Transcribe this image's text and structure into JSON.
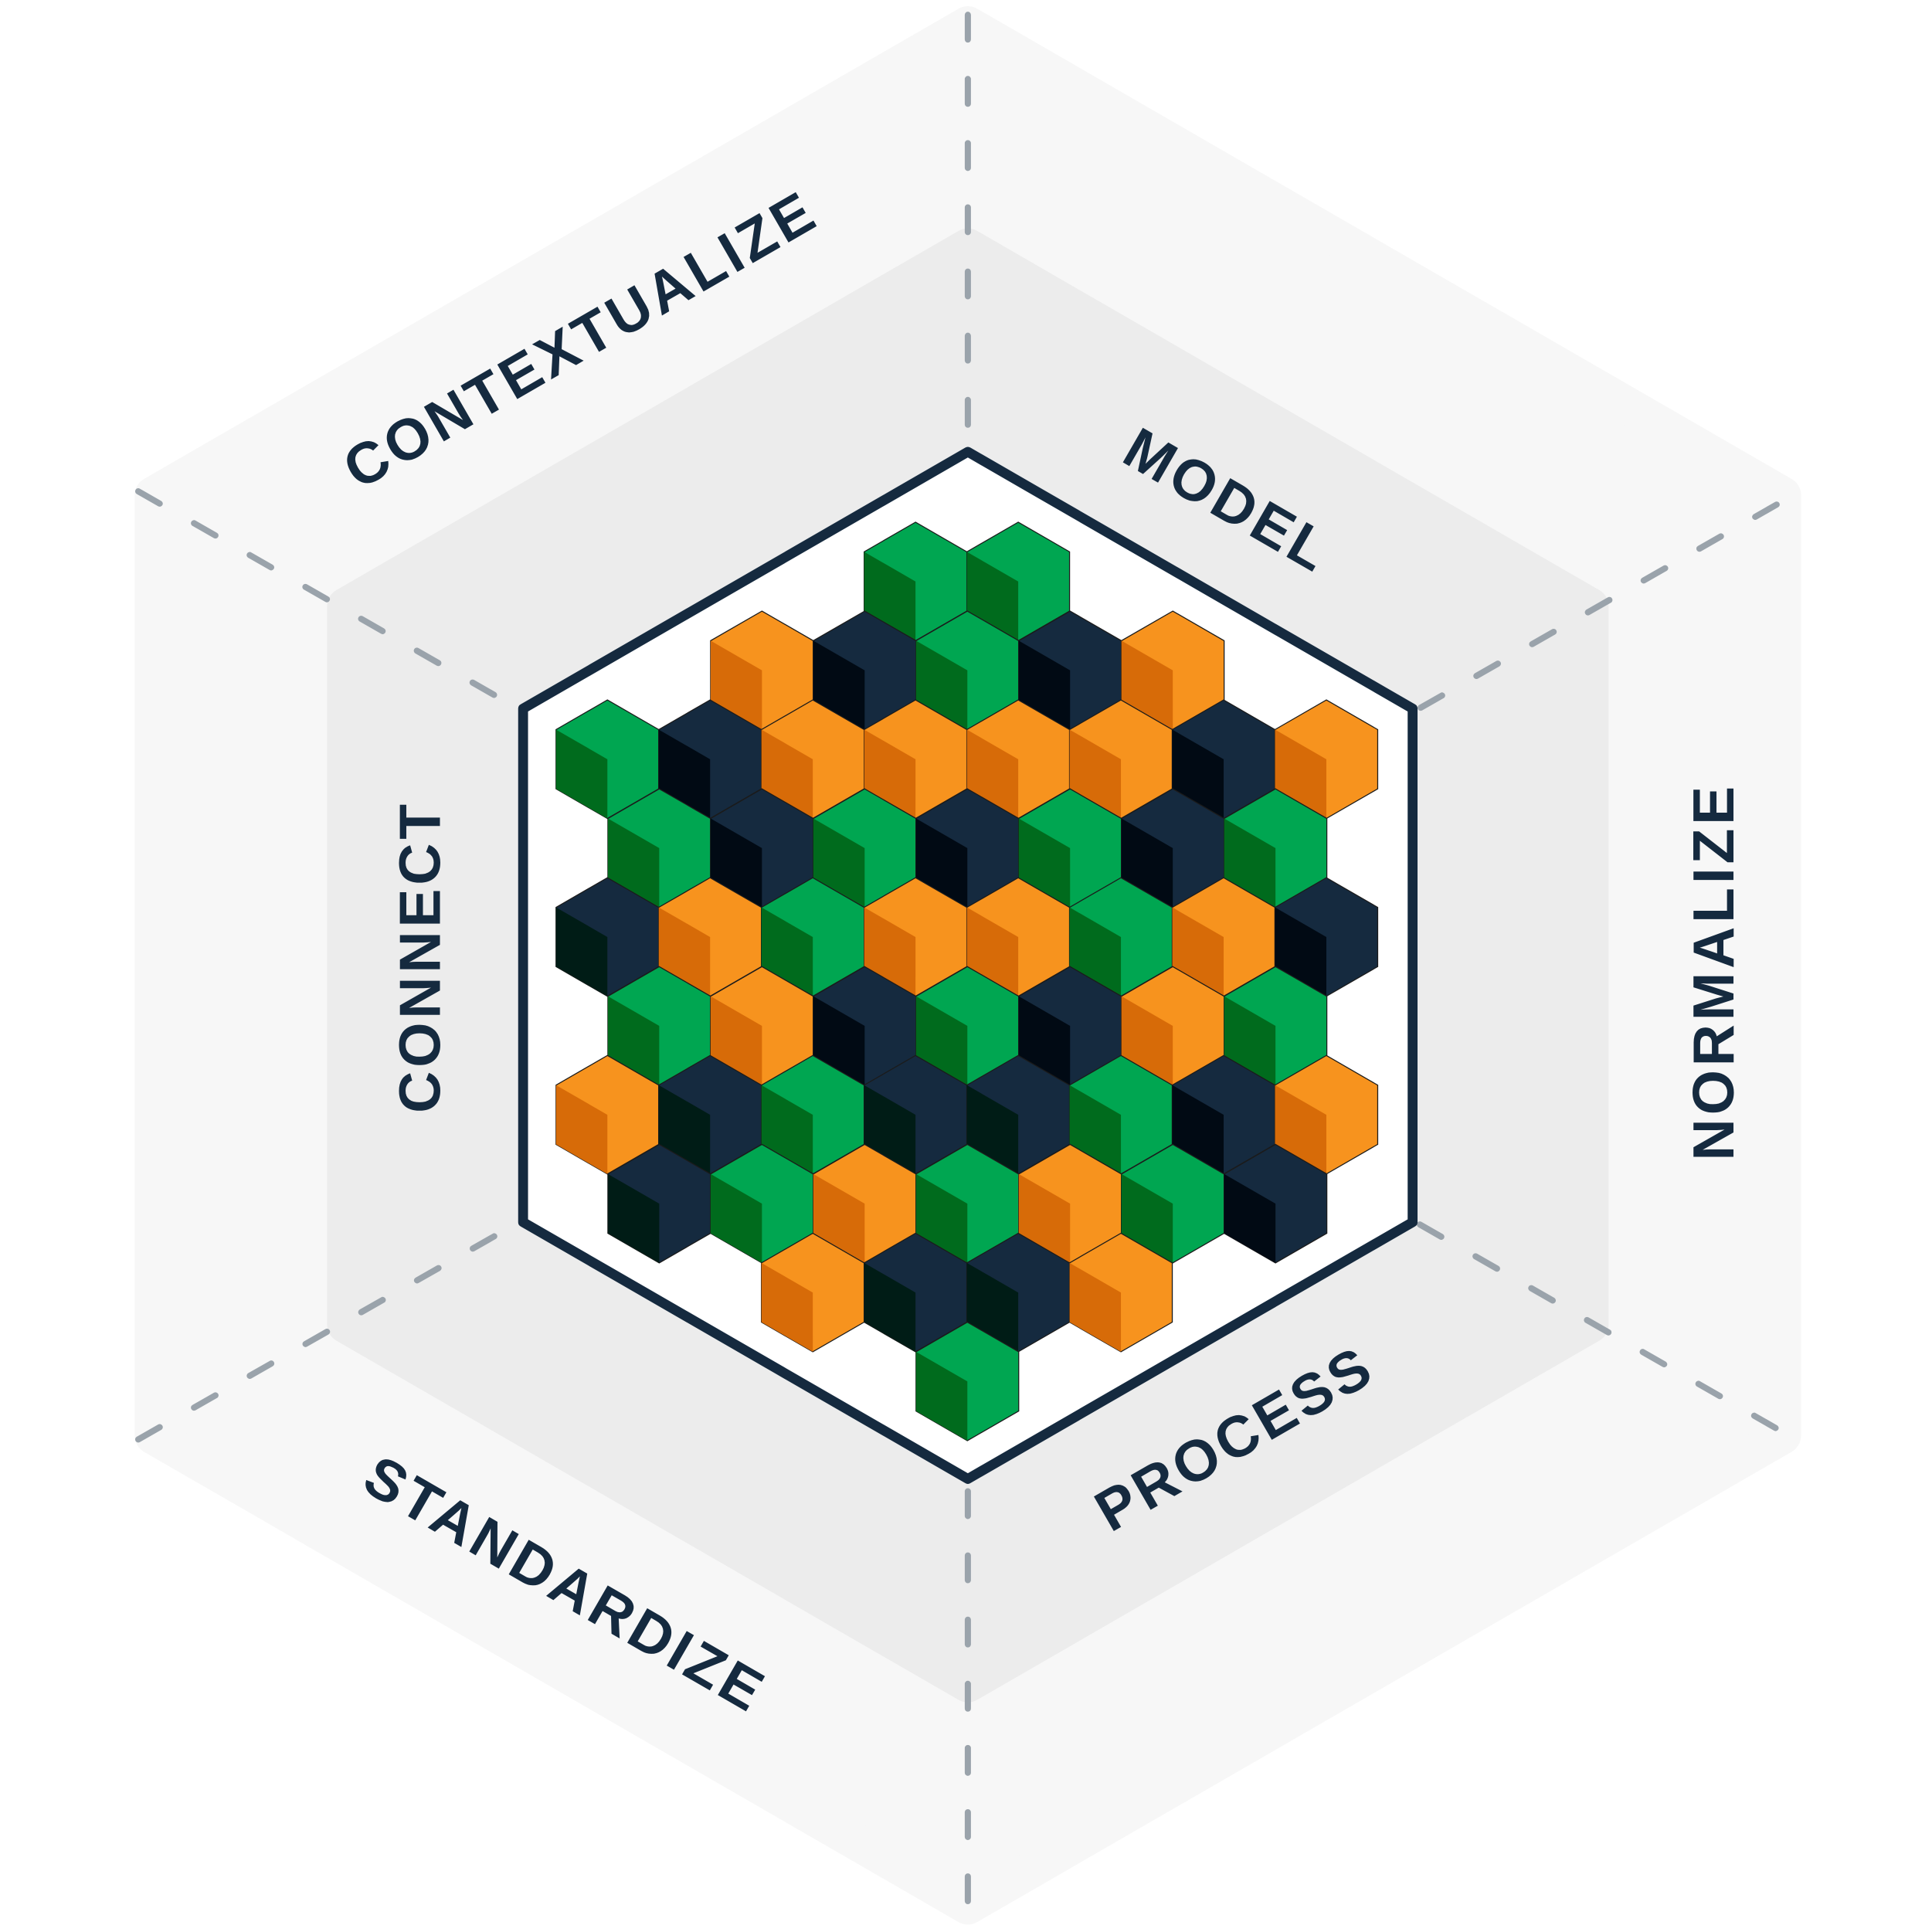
{
  "labels": {
    "contextualize": "CONTEXTUALIZE",
    "model": "MODEL",
    "normalize": "NORMALIZE",
    "process": "PROCESS",
    "standardize": "STANDARDIZE",
    "connect": "CONNECT"
  },
  "colors": {
    "outer_ring": "#f7f7f7",
    "middle_ring": "#ececec",
    "inner_outline": "#152a3f",
    "dashes": "#9aa3ab",
    "text": "#152a3f",
    "g": {
      "light": "#00a651",
      "dark": "#006b1d"
    },
    "o": {
      "light": "#f7931e",
      "dark": "#d76b08"
    },
    "n": {
      "light": "#152a3f",
      "dark": "#010a14"
    },
    "k": {
      "light": "#152a3f",
      "dark": "#001c16"
    }
  },
  "cube_grid": [
    [
      "",
      "",
      "",
      "g",
      "g",
      "",
      "",
      ""
    ],
    [
      "",
      "o",
      "n",
      "g",
      "n",
      "o",
      ""
    ],
    [
      "g",
      "n",
      "o",
      "o",
      "o",
      "o",
      "n",
      "o"
    ],
    [
      "g",
      "n",
      "g",
      "n",
      "g",
      "n",
      "g"
    ],
    [
      "k",
      "o",
      "g",
      "o",
      "o",
      "g",
      "o",
      "n"
    ],
    [
      "g",
      "o",
      "n",
      "g",
      "n",
      "o",
      "g"
    ],
    [
      "o",
      "k",
      "g",
      "k",
      "k",
      "g",
      "n",
      "o"
    ],
    [
      "k",
      "g",
      "o",
      "g",
      "o",
      "g",
      "n"
    ],
    [
      "",
      "",
      "o",
      "k",
      "k",
      "o",
      "",
      ""
    ],
    [
      "",
      "",
      "",
      "g",
      "",
      "",
      ""
    ]
  ]
}
